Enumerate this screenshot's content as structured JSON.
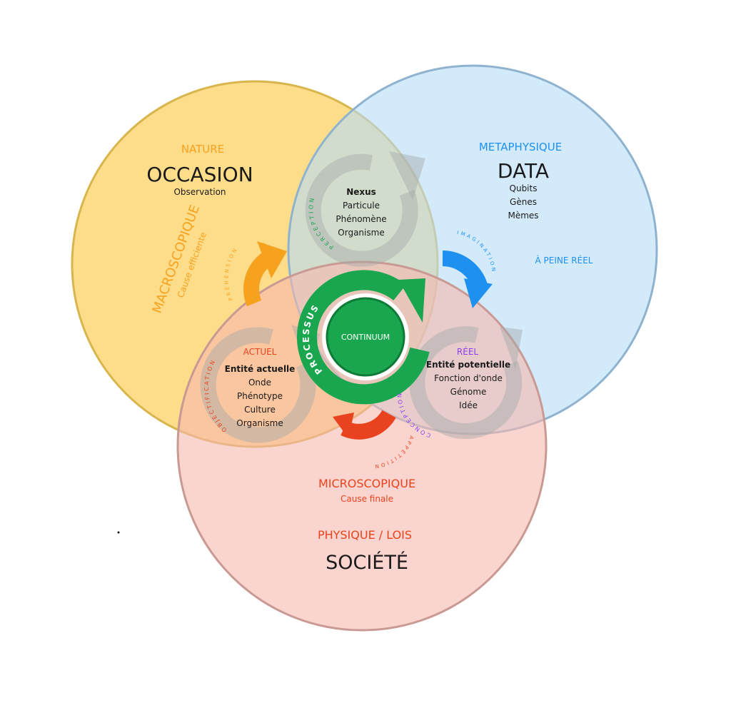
{
  "circles": {
    "nature": {
      "category": "NATURE",
      "title": "OCCASION",
      "subtitle": "Observation",
      "scale": "MACROSCOPIQUE",
      "cause": "Cause efficiente",
      "fill": "#fdd676",
      "stroke": "#d9b54e"
    },
    "metaphysique": {
      "category": "METAPHYSIQUE",
      "title": "DATA",
      "items": [
        "Qubits",
        "Gènes",
        "Mèmes"
      ],
      "note": "À PEINE RÉEL",
      "fill": "#b6dcf8",
      "stroke": "#8fb3cf"
    },
    "societe": {
      "scale": "MICROSCOPIQUE",
      "cause": "Cause finale",
      "category": "PHYSIQUE / LOIS",
      "title": "SOCIÉTÉ",
      "fill": "#f7b7ad",
      "stroke": "#c99a93"
    }
  },
  "center": {
    "label": "CONTINUUM",
    "arc_label": "PROCESSUS",
    "color": "#1aa64f"
  },
  "nexus": {
    "items": [
      "Nexus",
      "Particule",
      "Phénomène",
      "Organisme"
    ],
    "arc_label": "PERCEPTION",
    "arc_color": "#1aa64f"
  },
  "actuel": {
    "heading": "ACTUEL",
    "items": [
      "Entité actuelle",
      "Onde",
      "Phénotype",
      "Culture",
      "Organisme"
    ],
    "arc_label": "OBJECTIFICATION",
    "arc_color": "#e8431e"
  },
  "reel": {
    "heading": "RÉEL",
    "items": [
      "Entité potentielle",
      "Fonction d'onde",
      "Génome",
      "Idée"
    ],
    "arc_label": "CONCEPTION",
    "arc_color": "#8a3ff2"
  },
  "transitions": {
    "prehension": {
      "label": "PRÉHENSION",
      "color": "#f7a21f"
    },
    "imagination": {
      "label": "IMAGINATION",
      "color": "#1e90f0"
    },
    "appetition": {
      "label": "APPÉTITION",
      "color": "#e8431e"
    }
  },
  "colors": {
    "nature_text": "#f7a21f",
    "meta_text": "#1e90f0",
    "societe_text": "#e8431e",
    "dark_text": "#1a1a1a",
    "grey_arrow": "#a3a8a9"
  }
}
